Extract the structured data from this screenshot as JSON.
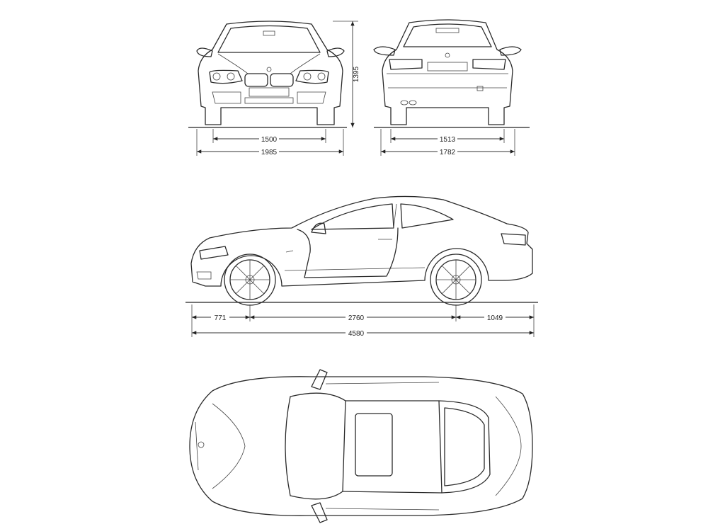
{
  "dimensions": {
    "height": "1395",
    "front_track": "1500",
    "front_width": "1985",
    "rear_track": "1513",
    "rear_width": "1782",
    "front_overhang": "771",
    "wheelbase": "2760",
    "rear_overhang": "1049",
    "length": "4580"
  }
}
